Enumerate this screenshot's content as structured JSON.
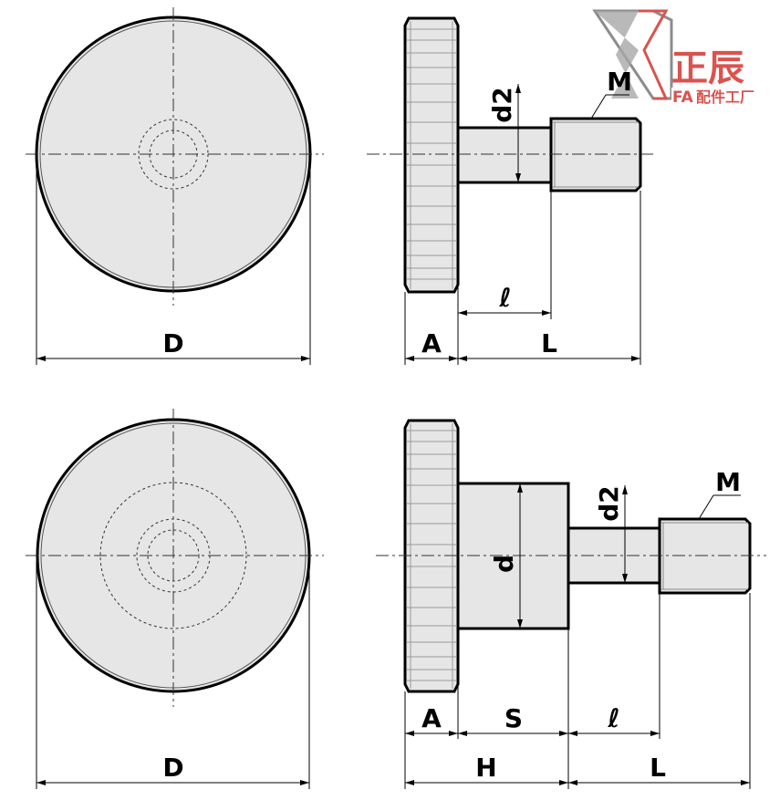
{
  "logo": {
    "main": "正辰",
    "sub_prefix": "FA",
    "sub": "配件工厂"
  },
  "top_view": {
    "front": {
      "D": "D"
    },
    "side": {
      "d2": "d2",
      "M": "M",
      "l": "ℓ",
      "A": "A",
      "L": "L"
    }
  },
  "bottom_view": {
    "front": {
      "D": "D"
    },
    "side": {
      "d2": "d2",
      "M": "M",
      "d": "d",
      "A": "A",
      "S": "S",
      "l": "ℓ",
      "H": "H",
      "L": "L"
    }
  },
  "colors": {
    "part_fill": "#e6e6e6",
    "outline": "#000000",
    "logo_red": "#d9534f",
    "logo_gray": "#8c8c8c"
  }
}
